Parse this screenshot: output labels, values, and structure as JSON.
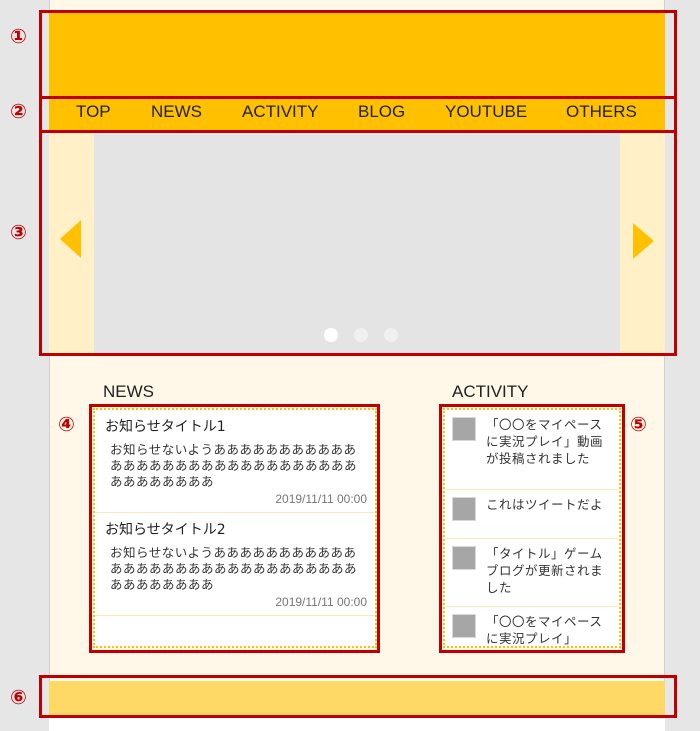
{
  "nav": {
    "items": [
      {
        "label": "TOP"
      },
      {
        "label": "NEWS"
      },
      {
        "label": "ACTIVITY"
      },
      {
        "label": "BLOG"
      },
      {
        "label": "YOUTUBE"
      },
      {
        "label": "OTHERS"
      }
    ]
  },
  "slider": {
    "prev_icon": "triangle-left",
    "next_icon": "triangle-right",
    "dots": 3,
    "active_dot": 0
  },
  "news": {
    "title": "NEWS",
    "items": [
      {
        "title": "お知らせタイトル1",
        "body": "お知らせないようああああああああああああああああああああああああああああああああああああああ",
        "date": "2019/11/11 00:00"
      },
      {
        "title": "お知らせタイトル2",
        "body": "お知らせないようああああああああああああああああああああああああああああああああああああああ",
        "date": "2019/11/11 00:00"
      }
    ]
  },
  "activity": {
    "title": "ACTIVITY",
    "items": [
      {
        "text": "「〇〇をマイペースに実況プレイ」動画が投稿されました"
      },
      {
        "text": "これはツイートだよ"
      },
      {
        "text": "「タイトル」ゲームブログが更新されました"
      },
      {
        "text": "「〇〇をマイペースに実況プレイ」"
      }
    ]
  },
  "annotations": [
    "①",
    "②",
    "③",
    "④",
    "⑤",
    "⑥"
  ],
  "colors": {
    "header": "#ffc000",
    "nav": "#ffc000",
    "footer": "#ffd966",
    "page_bg": "#fff8e8",
    "slider_side": "#fff0c8",
    "annotation": "#c00000"
  }
}
